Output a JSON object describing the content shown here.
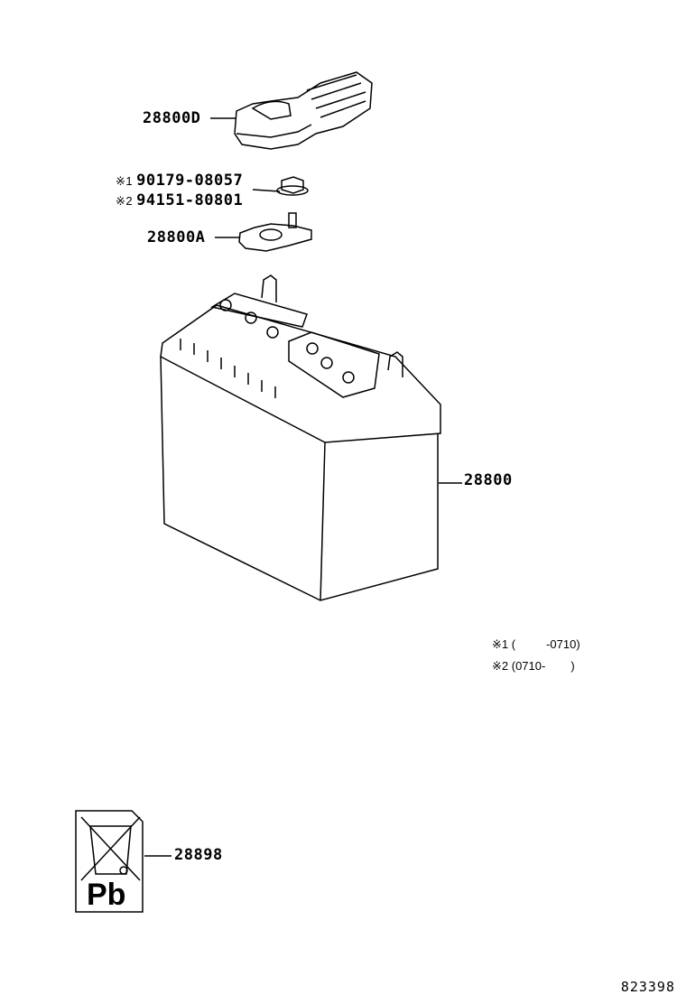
{
  "parts": {
    "cover": "28800D",
    "nut_1_mark": "※1",
    "nut_1": "90179-08057",
    "nut_2_mark": "※2",
    "nut_2": "94151-80801",
    "clamp": "28800A",
    "battery": "28800",
    "label": "28898"
  },
  "notes": {
    "n1_mark": "※1",
    "n1_open": "(",
    "n1_close": "-0710)",
    "n2_mark": "※2",
    "n2_open": "(0710-",
    "n2_close": ")"
  },
  "recycle_label_text": "Pb",
  "diagram_id": "823398"
}
